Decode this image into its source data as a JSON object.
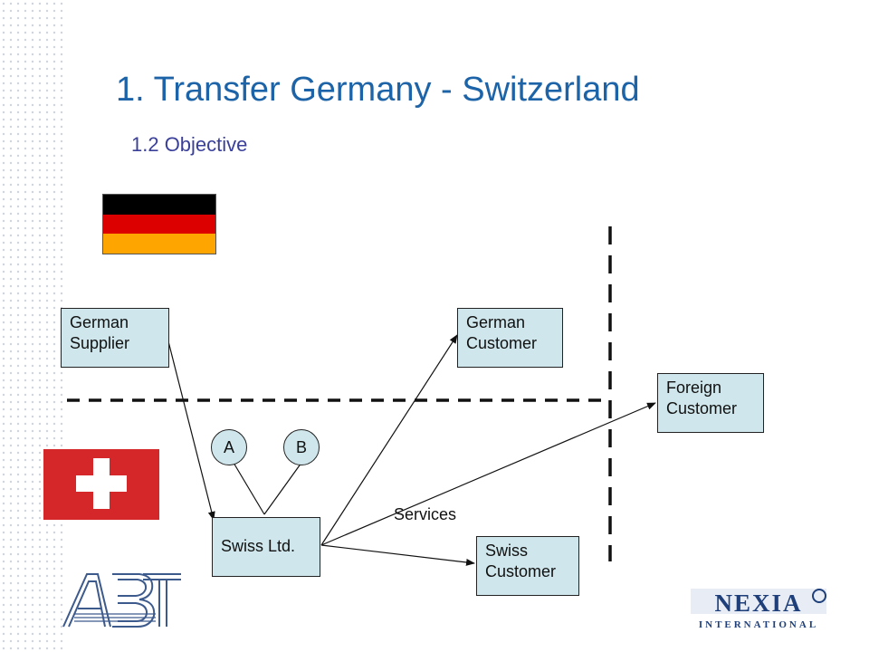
{
  "title": "1. Transfer Germany - Switzerland",
  "subtitle": "1.2 Objective",
  "flags": {
    "germany": {
      "colors": [
        "#000000",
        "#dd0000",
        "#ffa500"
      ]
    },
    "switzerland": {
      "background": "#d5262a",
      "cross": "#ffffff"
    }
  },
  "nodes": {
    "german_supplier": [
      "German",
      "Supplier"
    ],
    "german_customer": [
      "German",
      "Customer"
    ],
    "foreign_customer": [
      "Foreign",
      "Customer"
    ],
    "swiss_ltd": [
      "Swiss Ltd."
    ],
    "swiss_customer": [
      "Swiss",
      "Customer"
    ],
    "shareholder_a": "A",
    "shareholder_b": "B"
  },
  "edge_label": "Services",
  "logos": {
    "abt": {
      "text": "ABT",
      "color": "#3d5a8c"
    },
    "nexia": {
      "text": "NEXIA",
      "subtext": "INTERNATIONAL",
      "color": "#1f3f7a"
    }
  }
}
